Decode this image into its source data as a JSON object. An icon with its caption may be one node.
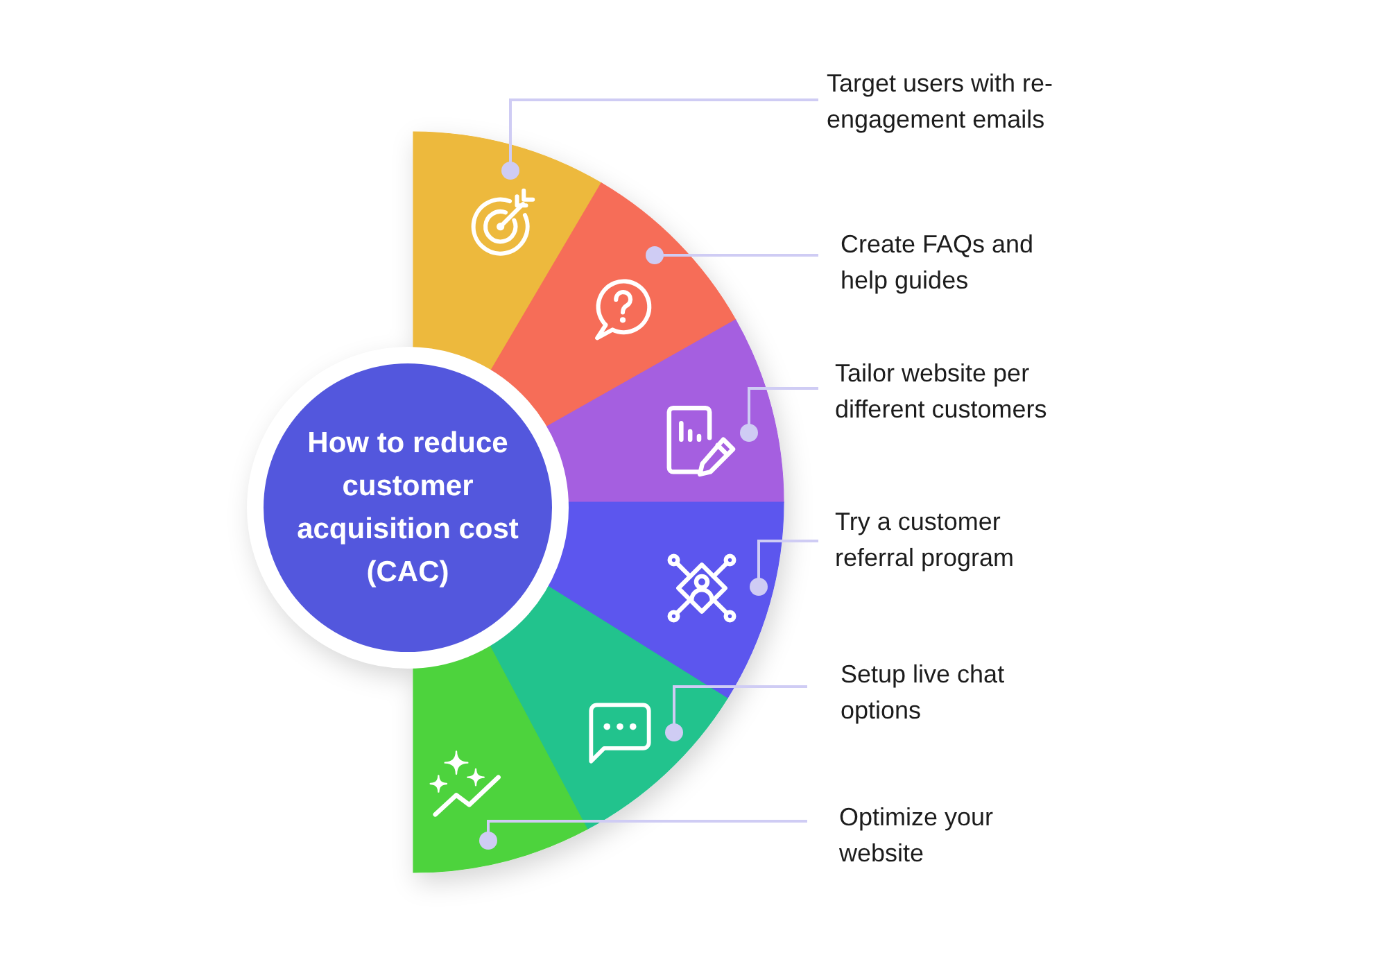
{
  "diagram": {
    "nodes": [
      {
        "text": [
          "How to reduce customer acquisition cost (CAC)"
        ]
      },
      {
        "text": [],
        "shape": "sector"
      },
      {
        "text": [],
        "shape": "sector"
      },
      {
        "text": [],
        "shape": "sector"
      },
      {
        "text": [],
        "shape": "sector"
      },
      {
        "text": [],
        "shape": "sector"
      },
      {
        "text": [],
        "shape": "sector"
      },
      {
        "text": [
          "Target users with re-engagement emails"
        ]
      },
      {
        "text": [
          "Create FAQs and help guides"
        ]
      },
      {
        "text": [
          "Tailor website per different customers"
        ]
      },
      {
        "text": [
          "Try a customer referral program"
        ]
      },
      {
        "text": [
          "Setup live chat options"
        ]
      },
      {
        "text": [
          "Optimize your website"
        ]
      }
    ],
    "edges": [
      {
        "from": 7,
        "to": 1,
        "arrow": "other"
      },
      {
        "from": 8,
        "to": 2,
        "arrow": "other"
      },
      {
        "from": 9,
        "to": 3,
        "arrow": "other"
      },
      {
        "from": 10,
        "to": 4,
        "arrow": "other"
      },
      {
        "from": 11,
        "to": 5,
        "arrow": "other"
      },
      {
        "from": 12,
        "to": 6,
        "arrow": "other"
      }
    ]
  }
}
